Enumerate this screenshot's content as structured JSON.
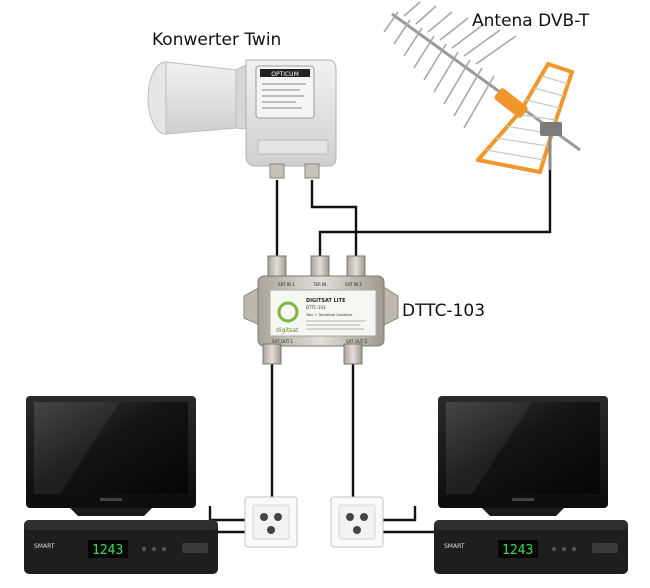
{
  "labels": {
    "lnb": "Konwerter Twin",
    "antenna": "Antena DVB-T",
    "multiswitch": "DTTC-103"
  },
  "lnb_face": {
    "brand": "OPTICUM"
  },
  "multiswitch_face": {
    "brand": "digitsat",
    "model": "DIGITSAT LITE",
    "code": "DTTC-103",
    "desc": "Twin + Terrestrial Combiner",
    "port_in1": "SAT IN 1",
    "port_ter": "TER IN",
    "port_in2": "SAT IN 2",
    "port_out1": "SAT OUT 1",
    "port_out2": "SAT OUT 2"
  },
  "receivers": {
    "left": {
      "brand": "SMART",
      "display": "1243"
    },
    "right": {
      "brand": "SMART",
      "display": "1243"
    }
  },
  "colors": {
    "cable": "#111111",
    "antenna_orange": "#f0962a",
    "display_green": "#35e05a",
    "metal": "#c9c4bc"
  }
}
